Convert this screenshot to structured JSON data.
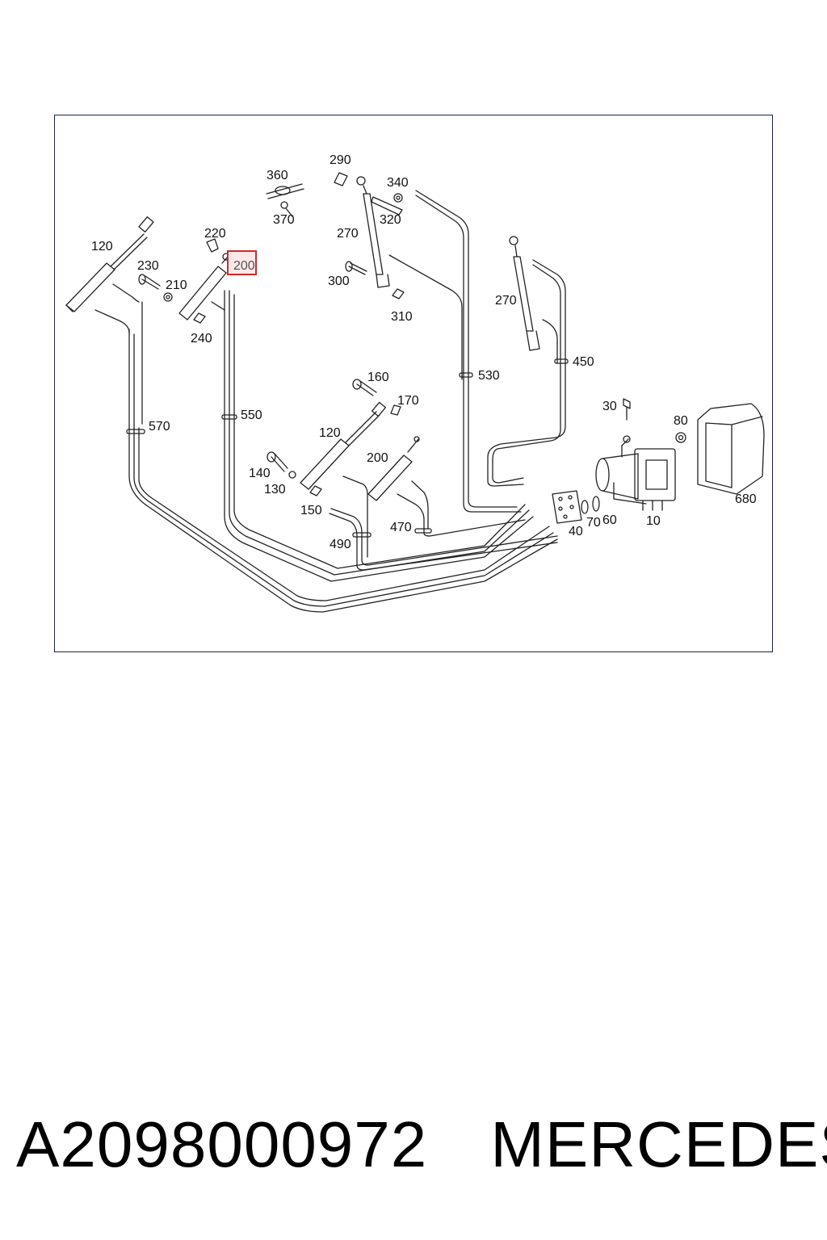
{
  "diagram": {
    "labels": {
      "p120a": "120",
      "p230": "230",
      "p210": "210",
      "p220": "220",
      "p200a": "200",
      "p240": "240",
      "p360": "360",
      "p370": "370",
      "p290": "290",
      "p340": "340",
      "p320": "320",
      "p270a": "270",
      "p300": "300",
      "p310": "310",
      "p270b": "270",
      "p450": "450",
      "p530": "530",
      "p570": "570",
      "p550": "550",
      "p160": "160",
      "p170": "170",
      "p120b": "120",
      "p140": "140",
      "p130": "130",
      "p150": "150",
      "p200b": "200",
      "p470": "470",
      "p490": "490",
      "p30": "30",
      "p80": "80",
      "p680": "680",
      "p40": "40",
      "p70": "70",
      "p60": "60",
      "p10": "10"
    },
    "highlighted": "p200a",
    "highlight_color": "#d02a2a"
  },
  "caption": {
    "part_number": "A2098000972",
    "brand": "MERCEDES"
  }
}
